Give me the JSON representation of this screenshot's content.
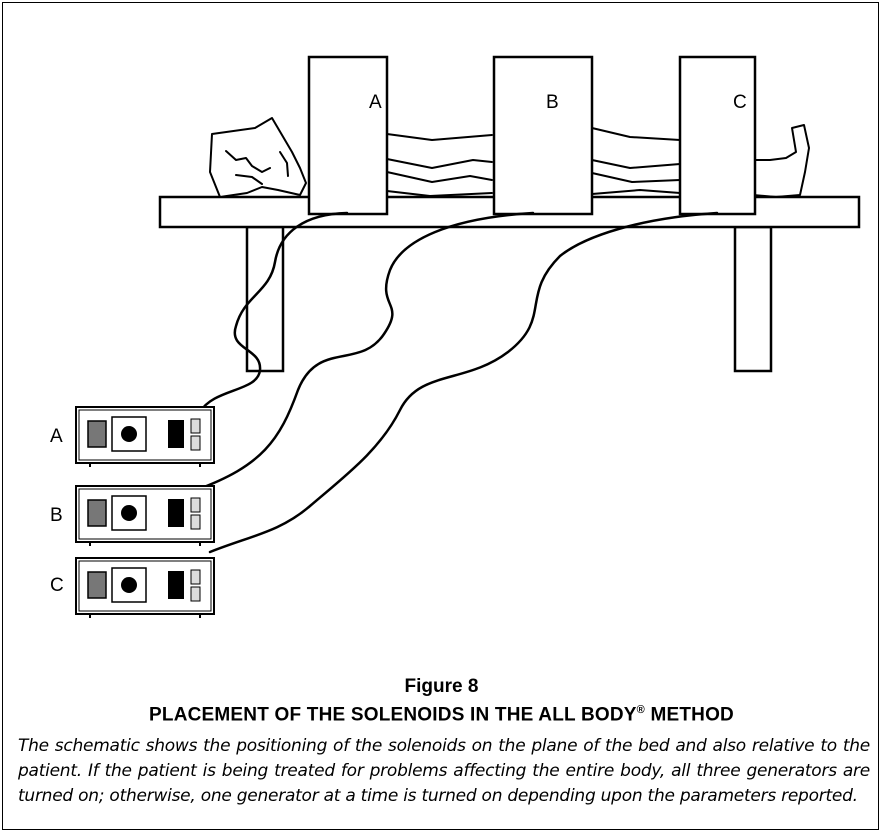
{
  "solenoids": [
    {
      "label": "A"
    },
    {
      "label": "B"
    },
    {
      "label": "C"
    }
  ],
  "generators": [
    {
      "label": "A"
    },
    {
      "label": "B"
    },
    {
      "label": "C"
    }
  ],
  "caption": {
    "figure_number": "Figure 8",
    "title_before": "PLACEMENT OF THE SOLENOIDS IN THE ALL BODY",
    "title_mark": "®",
    "title_after": " METHOD",
    "description": "The schematic shows the positioning of the solenoids on the plane of the bed and also relative to the patient. If the patient is being treated for problems affecting the entire body, all three generators are turned on; otherwise, one generator at a time is turned on depending upon the parameters reported."
  }
}
